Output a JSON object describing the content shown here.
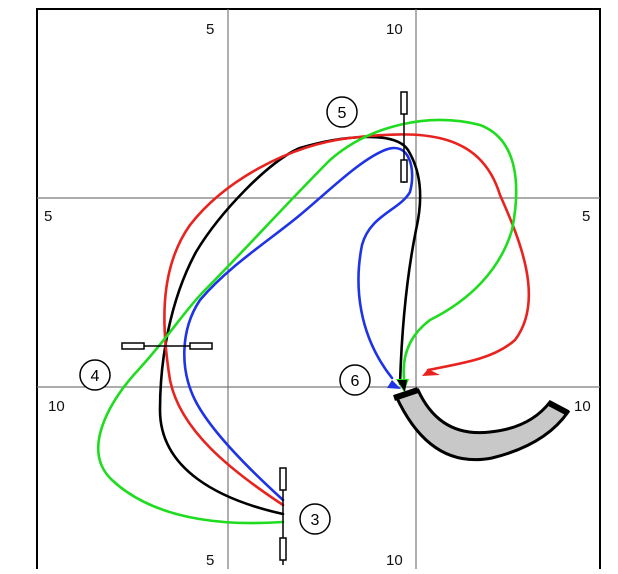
{
  "grid": {
    "labels": {
      "top_left": "5",
      "top_right": "10",
      "mid_left": "5",
      "mid_right": "5",
      "low_left": "10",
      "low_right": "10",
      "bottom_left": "5",
      "bottom_right": "10"
    }
  },
  "markers": {
    "m3": "3",
    "m4": "4",
    "m5": "5",
    "m6": "6"
  },
  "paths": [
    {
      "name": "black",
      "color": "#000000"
    },
    {
      "name": "red",
      "color": "#e8231f"
    },
    {
      "name": "blue",
      "color": "#1f33e6"
    },
    {
      "name": "green",
      "color": "#1fdc1f"
    }
  ],
  "colors": {
    "grid_line": "#7a7a7a",
    "border": "#000000",
    "tunnel_fill": "#c8c8c8"
  }
}
